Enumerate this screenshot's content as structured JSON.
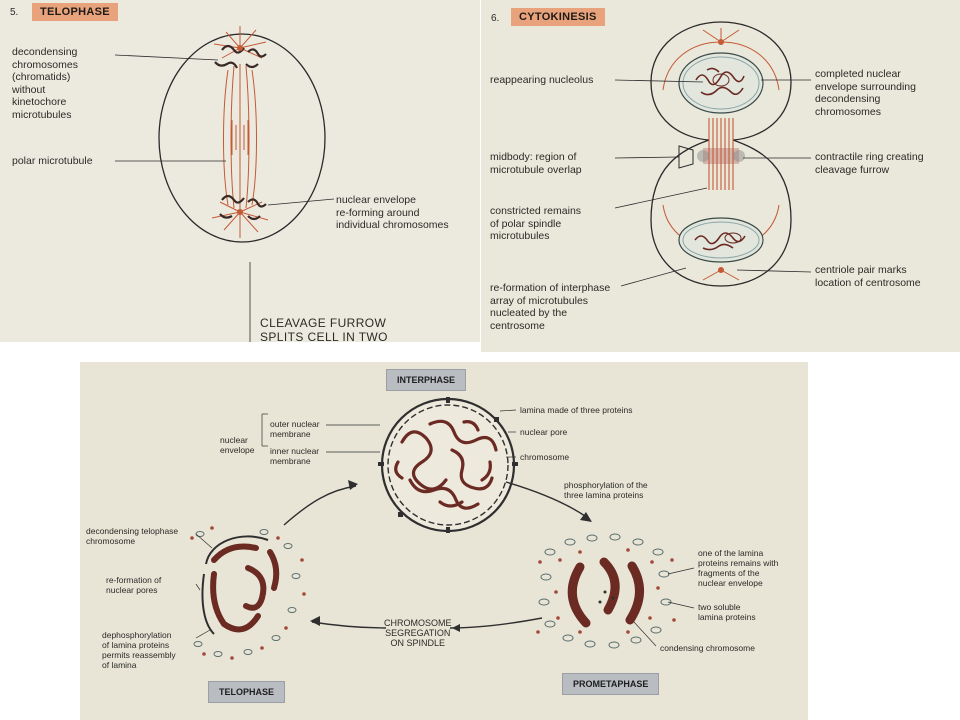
{
  "telophase": {
    "number": "5.",
    "title": "TELOPHASE",
    "labels": {
      "decondensing": "decondensing\nchromosomes\n(chromatids)\nwithout\nkinetochore\nmicrotubules",
      "polar": "polar microtubule",
      "envelope": "nuclear envelope\nre-forming around\nindividual chromosomes"
    },
    "furrow": "CLEAVAGE FURROW\nSPLITS CELL IN TWO"
  },
  "cytokinesis": {
    "number": "6.",
    "title": "CYTOKINESIS",
    "labels": {
      "nucleolus": "reappearing nucleolus",
      "completed": "completed nuclear\nenvelope surrounding\ndecondensing\nchromosomes",
      "midbody": "midbody: region of\nmicrotubule overlap",
      "ring": "contractile ring creating\ncleavage furrow",
      "constricted": "constricted remains\nof polar spindle\nmicrotubules",
      "centriole": "centriole pair marks\nlocation of centrosome",
      "reformation": "re-formation of interphase\narray of microtubules\nnucleated by the\ncentrosome"
    }
  },
  "cycle": {
    "interphase": "INTERPHASE",
    "prometaphase": "PROMETAPHASE",
    "telophase": "TELOPHASE",
    "segregation": "CHROMOSOME\nSEGREGATION\nON SPINDLE",
    "labels": {
      "nuclear_envelope": "nuclear\nenvelope",
      "outer": "outer nuclear\nmembrane",
      "inner": "inner nuclear\nmembrane",
      "lamina": "lamina made of three proteins",
      "pore": "nuclear pore",
      "chromosome": "chromosome",
      "phospho": "phosphorylation of the\nthree lamina proteins",
      "remains": "one of the lamina\nproteins remains with\nfragments of the\nnuclear envelope",
      "soluble": "two soluble\nlamina proteins",
      "condensing": "condensing chromosome",
      "decond_telo": "decondensing telophase\nchromosome",
      "pores": "re-formation of\nnuclear pores",
      "dephospho": "dephosphorylation\nof lamina proteins\npermits reassembly\nof lamina"
    }
  },
  "colors": {
    "badge_orange": "#e8a37c",
    "chromosome": "#6b2a22",
    "microtubule": "#c45a36",
    "panel_bg": "#eae8db"
  }
}
